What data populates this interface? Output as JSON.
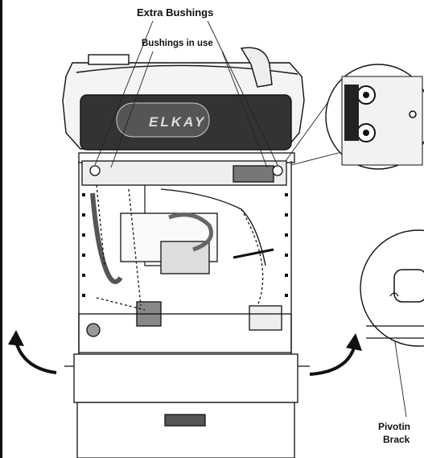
{
  "labels": {
    "extra_bushings": "Extra Bushings",
    "bushings_in_use": "Bushings in use",
    "brand": "ELKAY",
    "pivot_line1": "Pivotin",
    "pivot_line2": "Brack"
  },
  "icons": [
    "fountain-unit-drawing",
    "detail-callout-circle",
    "bracket-detail-circle",
    "rotation-arrow-left",
    "rotation-arrow-right"
  ]
}
